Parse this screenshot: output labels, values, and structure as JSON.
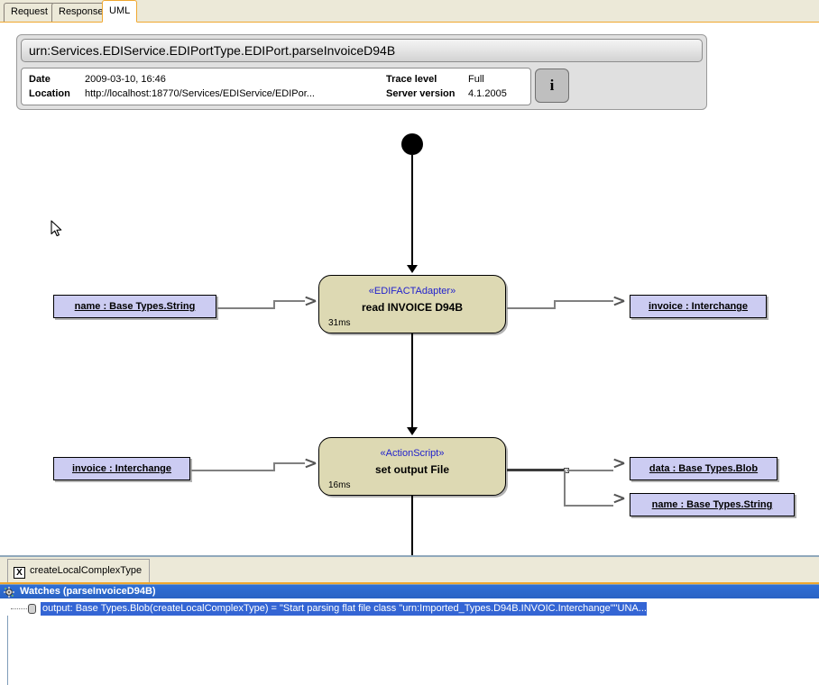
{
  "top_tabs": [
    {
      "label": "Request",
      "active": false
    },
    {
      "label": "Response",
      "active": false
    },
    {
      "label": "UML",
      "active": true
    }
  ],
  "header": {
    "title": "urn:Services.EDIService.EDIPortType.EDIPort.parseInvoiceD94B",
    "fields": [
      {
        "label": "Date",
        "value": "2009-03-10, 16:46"
      },
      {
        "label": "Location",
        "value": "http://localhost:18770/Services/EDIService/EDIPor..."
      },
      {
        "label": "Trace level",
        "value": "Full"
      },
      {
        "label": "Server version",
        "value": "4.1.2005"
      }
    ],
    "info_button": "i"
  },
  "diagram": {
    "actions": [
      {
        "stereotype": "«EDIFACTAdapter»",
        "name": "read INVOICE D94B",
        "duration": "31ms"
      },
      {
        "stereotype": "«ActionScript»",
        "name": "set output File",
        "duration": "16ms"
      }
    ],
    "input_pins": [
      {
        "label": "name : Base Types.String"
      },
      {
        "label": "invoice : Interchange"
      }
    ],
    "output_pins": [
      {
        "label": "invoice : Interchange"
      },
      {
        "label": "data : Base Types.Blob"
      },
      {
        "label": "name : Base Types.String"
      }
    ]
  },
  "bottom_tab": {
    "label": "createLocalComplexType",
    "icon": "X"
  },
  "watches": {
    "title": "Watches (parseInvoiceD94B)",
    "rows": [
      {
        "text": "output: Base Types.Blob(createLocalComplexType) = \"Start parsing flat file class \"urn:Imported_Types.D94B.INVOIC.Interchange\"\"UNA...\""
      }
    ]
  },
  "colors": {
    "accent": "#f0a830",
    "action_fill": "#ddd9b3",
    "pin_fill": "#ccccf2",
    "stereotype": "#2222cc",
    "selection": "#3465d4"
  }
}
